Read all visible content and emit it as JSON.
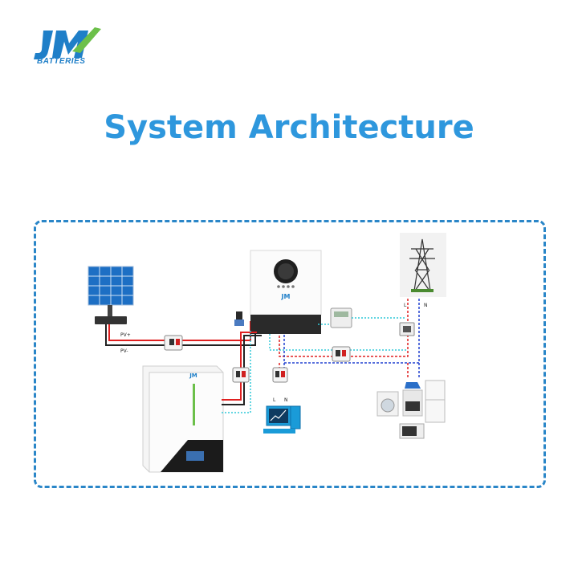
{
  "brand": {
    "logo_text": "JM",
    "name": "BATTERIES",
    "color_primary": "#1f7fc8",
    "color_accent": "#6cc04a"
  },
  "title": "System Architecture",
  "diagram": {
    "labels": {
      "pv_plus": "PV+",
      "pv_minus": "PV-",
      "grid_live": "L",
      "grid_neutral": "N",
      "load_live": "L",
      "load_neutral": "N"
    },
    "colors": {
      "frame": "#2a86c8",
      "dc_positive": "#e02020",
      "dc_negative": "#222222",
      "ac_live": "#e02020",
      "ac_neutral": "#2040d0",
      "comm": "#30c8d8"
    }
  }
}
